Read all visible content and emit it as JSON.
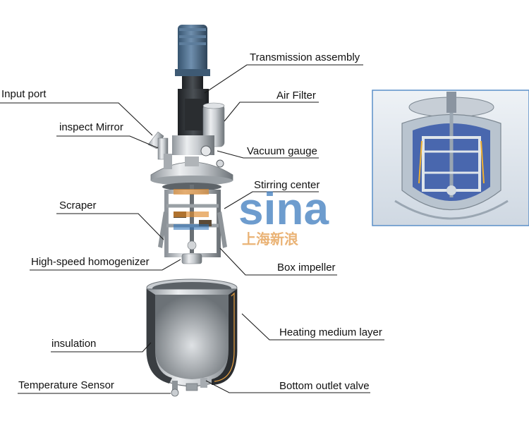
{
  "labels": {
    "left": {
      "input_port": "Input port",
      "inspect_mirror": "inspect Mirror",
      "scraper": "Scraper",
      "homogenizer": "High-speed homogenizer",
      "insulation": "insulation",
      "temperature_sensor": "Temperature Sensor"
    },
    "right": {
      "transmission": "Transmission assembly",
      "air_filter": "Air Filter",
      "vacuum_gauge": "Vacuum gauge",
      "stirring_center": "Stirring center",
      "box_impeller": "Box impeller",
      "heating_layer": "Heating medium layer",
      "bottom_valve": "Bottom outlet valve"
    }
  },
  "watermark": {
    "logo_text": "sina",
    "logo_subtext": "上海新浪"
  },
  "colors": {
    "leader_line": "#1a1a1a",
    "motor": "#4a6a8a",
    "steel": "#b8bcc0",
    "dark_steel": "#2f3236",
    "watermark_blue": "#2a6fb8",
    "watermark_orange": "#e08a2a",
    "inset_border": "#5a8fc8"
  }
}
